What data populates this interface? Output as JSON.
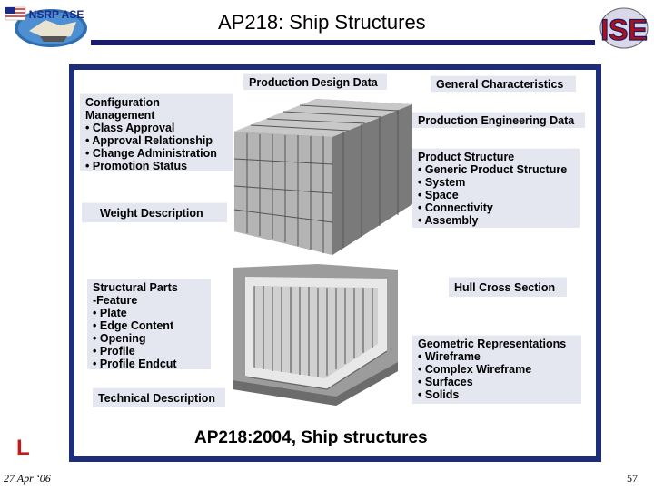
{
  "header": {
    "title": "AP218: Ship Structures",
    "left_logo_text": "NSRP ASE",
    "right_logo_text": "ISE"
  },
  "diagram": {
    "production_design_data": "Production Design Data",
    "general_characteristics": "General Characteristics",
    "configuration_management": {
      "title": "Configuration Management",
      "items": [
        "Class Approval",
        "Approval Relationship",
        "Change Administration",
        "Promotion Status"
      ]
    },
    "production_engineering_data": "Production Engineering Data",
    "product_structure": {
      "title": "Product Structure",
      "items": [
        "Generic Product Structure",
        "System",
        "Space",
        "Connectivity",
        "Assembly"
      ]
    },
    "weight_description": "Weight Description",
    "structural_parts": {
      "title": "Structural Parts",
      "feature": "-Feature",
      "items": [
        "Plate",
        "Edge Content",
        "Opening",
        "Profile",
        "Profile Endcut"
      ]
    },
    "hull_cross_section": "Hull Cross Section",
    "geometric_representations": {
      "title": "Geometric Representations",
      "items": [
        "Wireframe",
        "Complex Wireframe",
        "Surfaces",
        "Solids"
      ]
    },
    "technical_description": "Technical Description"
  },
  "caption": "AP218:2004, Ship structures",
  "corner_mark": "L",
  "footer": {
    "date": "27 Apr ‘06",
    "page": "57"
  },
  "colors": {
    "panel_border": "#1e2d7a",
    "box_fill": "#e4e6f0",
    "title_rule": "#1b1b6b",
    "corner_mark": "#c81818"
  }
}
